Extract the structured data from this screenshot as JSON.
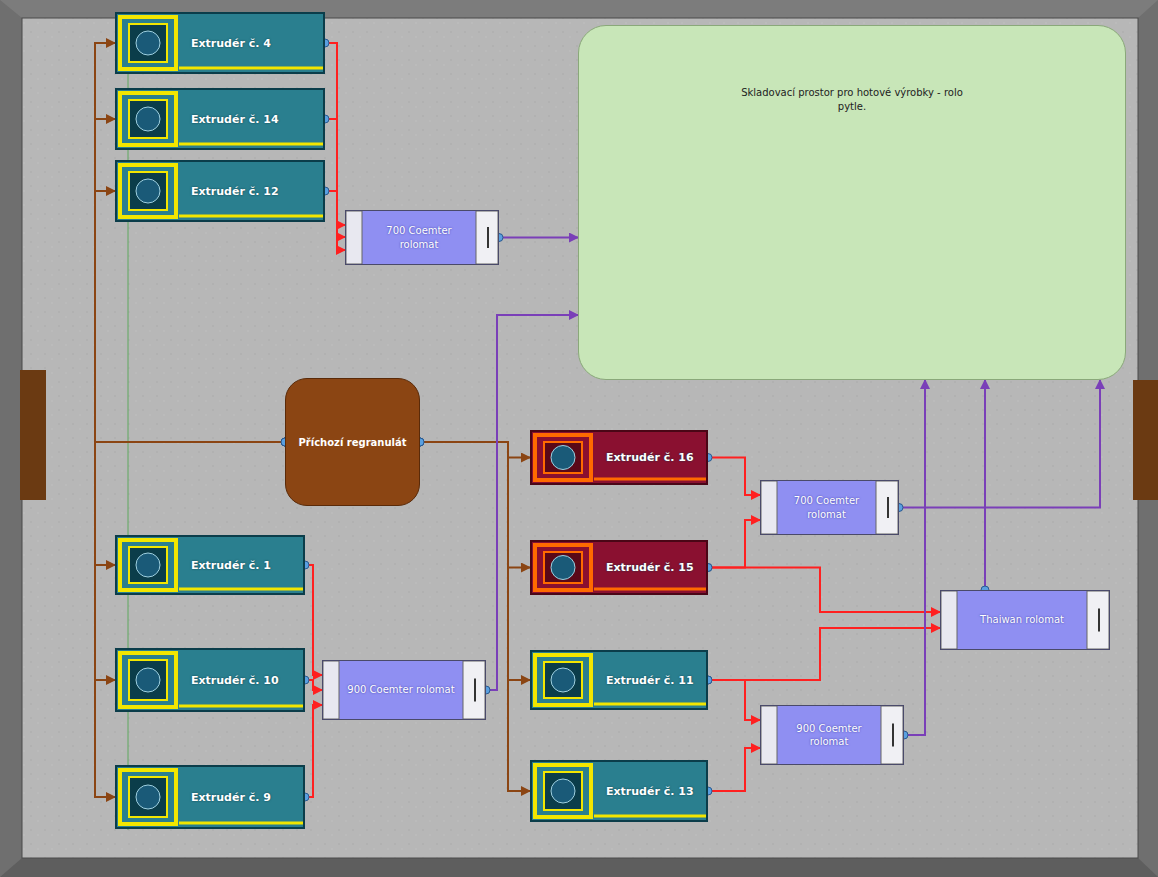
{
  "diagram": {
    "nodes": [
      {
        "text": [
          "Extrudér č. 4"
        ]
      },
      {
        "text": [
          "Extrudér č. 14"
        ]
      },
      {
        "text": [
          "Extrudér č. 12"
        ]
      },
      {
        "text": [
          "700 Coemter rolomat"
        ]
      },
      {
        "text": [
          "Skladovací prostor pro hotové výrobky - rolo pytle."
        ]
      },
      {
        "text": [
          "Příchozí regranulát"
        ]
      },
      {
        "text": [
          "Extrudér č. 16"
        ]
      },
      {
        "text": [
          "Extrudér č. 15"
        ]
      },
      {
        "text": [
          "Extrudér č. 1"
        ]
      },
      {
        "text": [
          "700 Coemter rolomat"
        ]
      },
      {
        "text": [
          "Thaiwan rolomat"
        ]
      },
      {
        "text": [
          "Extrudér č. 10"
        ]
      },
      {
        "text": [
          "900 Coemter rolomat"
        ]
      },
      {
        "text": [
          "Extrudér č. 11"
        ]
      },
      {
        "text": [
          "900 Coemter rolomat"
        ]
      },
      {
        "text": [
          "Extrudér č. 13"
        ]
      },
      {
        "text": [
          "Extrudér č. 9"
        ]
      }
    ],
    "edges": [
      {
        "from": 5,
        "to": 0,
        "arrow": "to"
      },
      {
        "from": 5,
        "to": 1,
        "arrow": "to"
      },
      {
        "from": 5,
        "to": 2,
        "arrow": "to"
      },
      {
        "from": 5,
        "to": 8,
        "arrow": "to"
      },
      {
        "from": 5,
        "to": 11,
        "arrow": "to"
      },
      {
        "from": 5,
        "to": 16,
        "arrow": "to"
      },
      {
        "from": 5,
        "to": 6,
        "arrow": "to"
      },
      {
        "from": 5,
        "to": 7,
        "arrow": "to"
      },
      {
        "from": 5,
        "to": 13,
        "arrow": "to"
      },
      {
        "from": 5,
        "to": 15,
        "arrow": "to"
      },
      {
        "from": 0,
        "to": 3,
        "arrow": "to"
      },
      {
        "from": 1,
        "to": 3,
        "arrow": "to"
      },
      {
        "from": 2,
        "to": 3,
        "arrow": "to"
      },
      {
        "from": 8,
        "to": 12,
        "arrow": "to"
      },
      {
        "from": 11,
        "to": 12,
        "arrow": "to"
      },
      {
        "from": 16,
        "to": 12,
        "arrow": "to"
      },
      {
        "from": 6,
        "to": 9,
        "arrow": "to"
      },
      {
        "from": 7,
        "to": 9,
        "arrow": "to"
      },
      {
        "from": 7,
        "to": 10,
        "arrow": "to"
      },
      {
        "from": 13,
        "to": 10,
        "arrow": "to"
      },
      {
        "from": 13,
        "to": 14,
        "arrow": "to"
      },
      {
        "from": 15,
        "to": 14,
        "arrow": "to"
      },
      {
        "from": 3,
        "to": 4,
        "arrow": "to"
      },
      {
        "from": 12,
        "to": 4,
        "arrow": "to"
      },
      {
        "from": 9,
        "to": 4,
        "arrow": "to"
      },
      {
        "from": 10,
        "to": 4,
        "arrow": "to"
      },
      {
        "from": 14,
        "to": 4,
        "arrow": "to"
      }
    ]
  }
}
